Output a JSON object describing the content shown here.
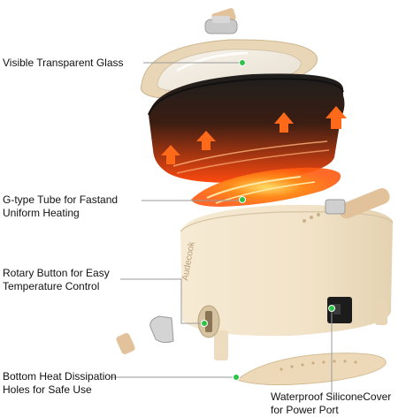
{
  "callouts": {
    "glass": {
      "line1": "Visible Transparent Glass"
    },
    "tube": {
      "line1": "G-type Tube for Fastand",
      "line2": "Uniform Heating"
    },
    "rotary": {
      "line1": "Rotary Button for Easy",
      "line2": "Temperature Control"
    },
    "bottom": {
      "line1": "Bottom Heat Dissipation",
      "line2": "Holes for Safe Use"
    },
    "cover": {
      "line1": "Waterproof SiliconeCover",
      "line2": "for Power Port"
    }
  },
  "product": {
    "brand_text": "Audecook"
  },
  "colors": {
    "body_cream": "#f2e4cb",
    "pot_dark": "#2a2a2a",
    "heat_orange": "#ff6a1a",
    "marker_green": "#2ec24a",
    "leader_line": "#9a9a9a",
    "wood": "#e2c29a"
  }
}
